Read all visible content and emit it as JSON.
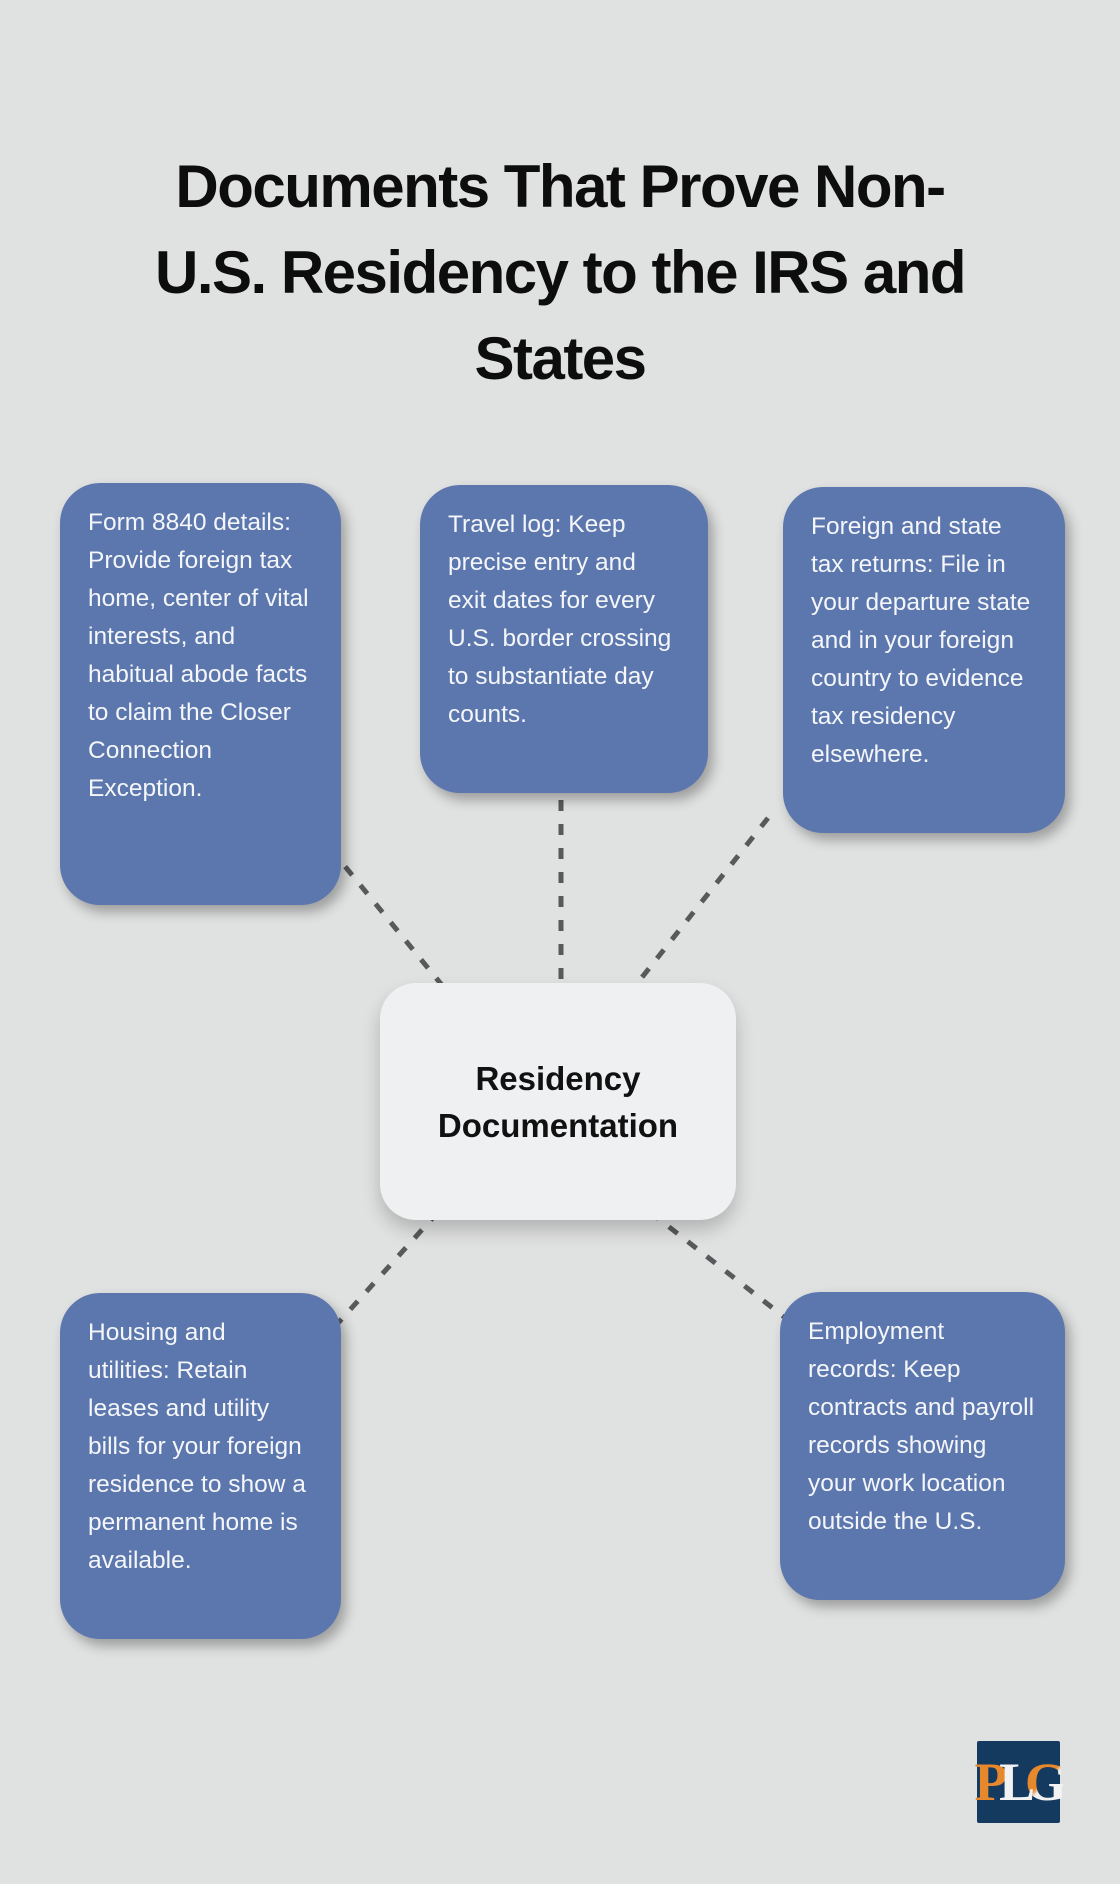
{
  "title": {
    "text": "Documents That Prove Non-U.S. Residency to the IRS and States",
    "lines": [
      "Documents That Prove Non-",
      "U.S. Residency to the IRS and",
      "States"
    ]
  },
  "center": {
    "text": "Residency Documentation",
    "lines": [
      "Residency",
      "Documentation"
    ]
  },
  "nodes": [
    {
      "id": "form-8840-details",
      "text": "Form 8840 details: Provide foreign tax home, center of vital interests, and habitual abode facts to claim the Closer Connection Exception."
    },
    {
      "id": "travel-log",
      "text": "Travel log: Keep precise entry and exit dates for every U.S. border crossing to substantiate day counts."
    },
    {
      "id": "foreign-state-tax-returns",
      "text": "Foreign and state tax returns: File in your departure state and in your foreign country to evidence tax residency elsewhere."
    },
    {
      "id": "housing-utilities",
      "text": "Housing and utilities: Retain leases and utility bills for your foreign residence to show a permanent home is available."
    },
    {
      "id": "employment-records",
      "text": "Employment records: Keep contracts and payroll records showing your work location outside the U.S."
    }
  ],
  "logo": {
    "letters": [
      "P",
      "L",
      "G"
    ]
  },
  "colors": {
    "background": "#e0e1e1",
    "title_text": "#0d0d0d",
    "node_blue": "#5c77ad",
    "node_text": "#f4f6f9",
    "center_bg": "#eef0f1",
    "center_text": "#111111",
    "connector": "#58595b",
    "logo_bg": "#143a5f",
    "logo_orange": "#e8882c",
    "logo_white": "#f2f2f2"
  }
}
